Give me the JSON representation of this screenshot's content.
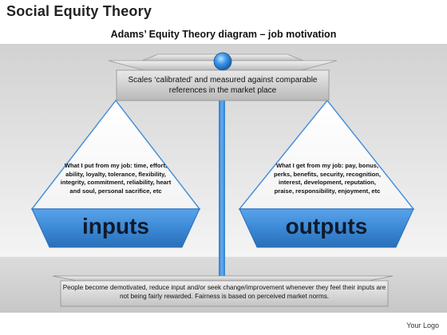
{
  "page_title": "Social Equity Theory",
  "diagram_title": "Adams’ Equity Theory diagram – job motivation",
  "scale_beam_text": "Scales ‘calibrated’ and measured against comparable references in the market place",
  "left_pan": {
    "label": "inputs",
    "text": "What I put from my job: time, effort, ability, loyalty,  tolerance, flexibility, integrity, commitment, reliability, heart and soul, personal sacrifice, etc"
  },
  "right_pan": {
    "label": "outputs",
    "text": "What I get from my job: pay, bonus, perks, benefits, security, recognition, interest, development, reputation, praise, responsibility, enjoyment, etc"
  },
  "base_text": "People become demotivated, reduce input and/or seek change/improvement whenever they feel their inputs are not being fairly rewarded. Fairness is based on perceived market norms.",
  "logo_text": "Your Logo",
  "colors": {
    "pole": "#3a8fd8",
    "pan_band": "#3b89d6",
    "pivot_ball": "#2e8fe6",
    "triangle_stroke": "#4a90d9"
  }
}
